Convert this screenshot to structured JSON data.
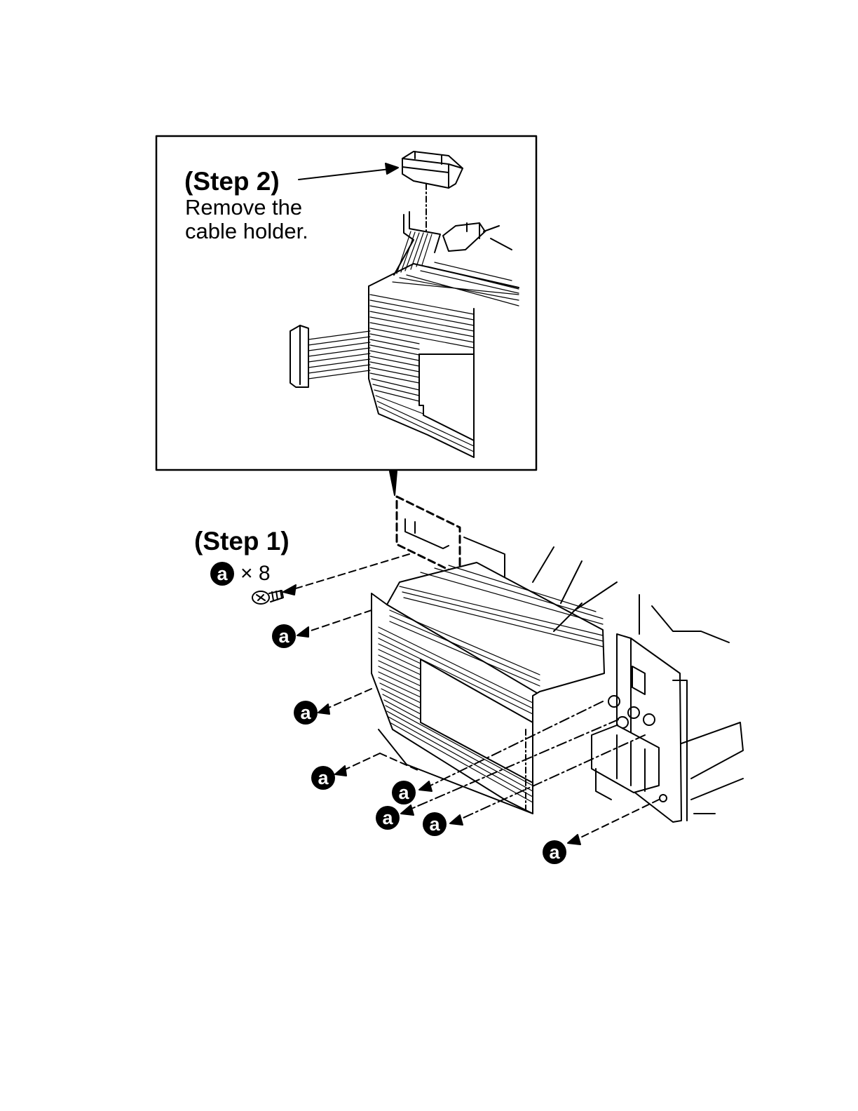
{
  "step2": {
    "title": "(Step 2)",
    "line1": "Remove the",
    "line2": "cable holder."
  },
  "step1": {
    "title": "(Step 1)",
    "screw_letter": "a",
    "count": "× 8"
  },
  "screw_label": "a",
  "colors": {
    "ink": "#000000",
    "paper": "#ffffff"
  }
}
